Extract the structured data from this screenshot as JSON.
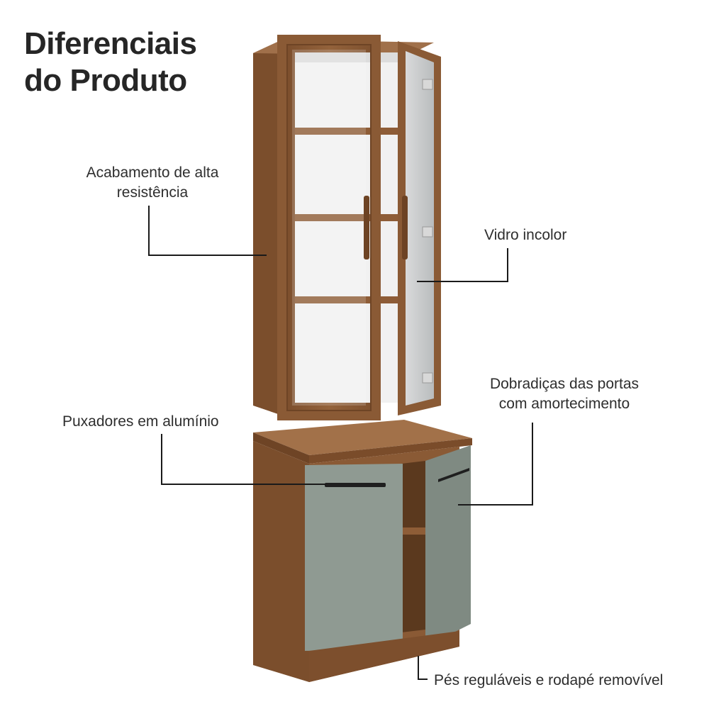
{
  "title": {
    "line1": "Diferenciais",
    "line2": "do Produto"
  },
  "callouts": {
    "finish": {
      "line1": "Acabamento de alta",
      "line2": "resistência"
    },
    "glass": {
      "text": "Vidro incolor"
    },
    "hinges": {
      "line1": "Dobradiças das portas",
      "line2": "com amortecimento"
    },
    "handles": {
      "text": "Puxadores em alumínio"
    },
    "feet": {
      "text": "Pés reguláveis e rodapé removível"
    }
  },
  "colors": {
    "wood": "#8a5a35",
    "wood_dark": "#6b4326",
    "door_gray": "#8f9a92",
    "interior": "#f2f2f2",
    "line": "#1a1a1a"
  }
}
